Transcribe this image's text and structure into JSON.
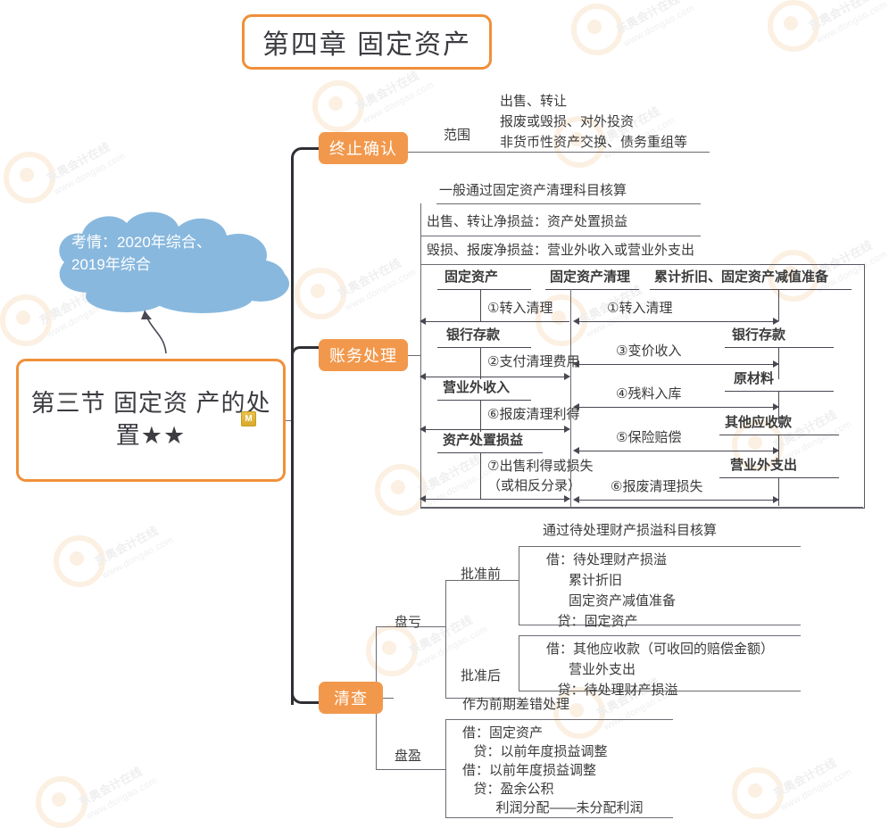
{
  "meta": {
    "watermark_line1": "东奥会计在线",
    "watermark_line2": "www.dongao.com"
  },
  "title": {
    "text": "第四章 固定资产"
  },
  "main_node": {
    "line1": "第三节 固定资",
    "line2": "产的处置★★",
    "badge": "M"
  },
  "cloud": {
    "line1": "考情：2020年综合、",
    "line2": "2019年综合"
  },
  "branches": {
    "termination": {
      "label": "终止确认",
      "sub_label": "范围",
      "items": [
        "出售、转让",
        "报废或毁损、对外投资",
        "非货币性资产交换、债务重组等"
      ]
    },
    "accounting": {
      "label": "账务处理",
      "notes": [
        "一般通过固定资产清理科目核算",
        "出售、转让净损益：资产处置损益",
        "毁损、报废净损益：营业外收入或营业外支出"
      ],
      "ledger": {
        "headers": {
          "left": "固定资产",
          "center": "固定资产清理",
          "right": "累计折旧、固定资产减值准备"
        },
        "left_accounts": [
          "银行存款",
          "营业外收入",
          "资产处置损益"
        ],
        "left_entries": [
          "①转入清理",
          "②支付清理费用",
          "⑥报废清理利得",
          "⑦出售利得或损失",
          "（或相反分录）"
        ],
        "right_accounts": [
          "银行存款",
          "原材料",
          "其他应收款",
          "营业外支出"
        ],
        "right_entries": [
          "①转入清理",
          "③变价收入",
          "④残料入库",
          "⑤保险赔偿",
          "⑥报废清理损失"
        ]
      }
    },
    "inventory": {
      "label": "清查",
      "shortage": {
        "label": "盘亏",
        "note": "通过待处理财产损溢科目核算",
        "before_approval": {
          "label": "批准前",
          "lines": [
            "借：待处理财产损溢",
            "      累计折旧",
            "      固定资产减值准备",
            "   贷：固定资产"
          ]
        },
        "after_approval": {
          "label": "批准后",
          "lines": [
            "借：其他应收款（可收回的赔偿金额）",
            "      营业外支出",
            "   贷：待处理财产损溢"
          ]
        }
      },
      "surplus": {
        "label": "盘盈",
        "note": "作为前期差错处理",
        "lines": [
          "借：固定资产",
          "   贷：以前年度损益调整",
          "借：以前年度损益调整",
          "   贷：盈余公积",
          "         利润分配——未分配利润"
        ]
      }
    }
  },
  "colors": {
    "accent_orange": "#f0903a",
    "branch_orange": "#f2984c",
    "cloud_blue": "#88b8de",
    "trunk": "#2f2f35",
    "text": "#3a3a3a"
  }
}
